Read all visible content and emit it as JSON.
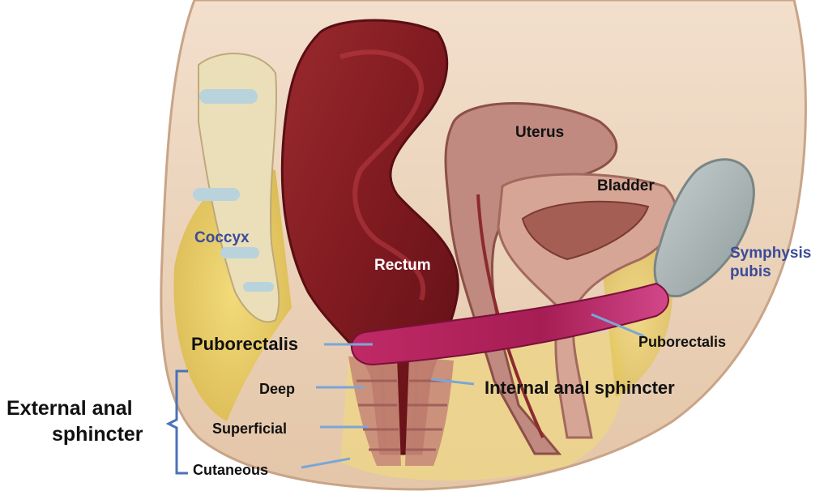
{
  "labels": {
    "coccyx": "Coccyx",
    "rectum": "Rectum",
    "uterus": "Uterus",
    "bladder": "Bladder",
    "symphysis_line1": "Symphysis",
    "symphysis_line2": "pubis",
    "puborectalis_left": "Puborectalis",
    "puborectalis_right": "Puborectalis",
    "internal_anal_sphincter": "Internal anal sphincter",
    "external_line1": "External anal",
    "external_line2": "sphincter",
    "deep": "Deep",
    "superficial": "Superficial",
    "cutaneous": "Cutaneous"
  },
  "colors": {
    "label_dark": "#111111",
    "label_blue": "#3a4b9a",
    "rectum_wall": "#8b1d24",
    "puborectalis": "#b5245e",
    "fat": "#e9cf5f",
    "skin": "#efd9c2",
    "bone": "#e8dcb0",
    "bladder": "#c98a7c",
    "leader_line": "#7aa6d6"
  }
}
